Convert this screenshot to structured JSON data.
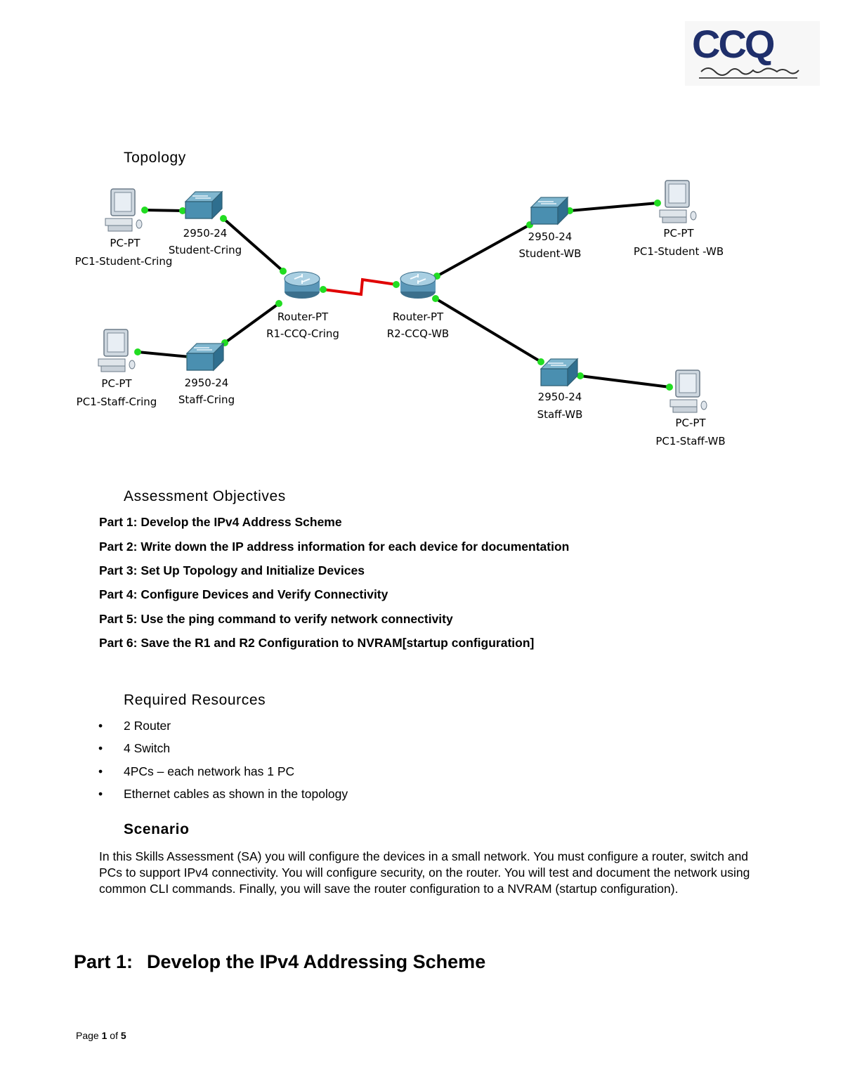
{
  "logo": {
    "text": "CCQ"
  },
  "topology": {
    "title": "Topology",
    "devices": {
      "pc_student_cring": {
        "type": "PC-PT",
        "name": "PC1-Student-Cring"
      },
      "sw_student_cring": {
        "type": "2950-24",
        "name": "Student-Cring"
      },
      "pc_staff_cring": {
        "type": "PC-PT",
        "name": "PC1-Staff-Cring"
      },
      "sw_staff_cring": {
        "type": "2950-24",
        "name": "Staff-Cring"
      },
      "r1": {
        "type": "Router-PT",
        "name": "R1-CCQ-Cring"
      },
      "r2": {
        "type": "Router-PT",
        "name": "R2-CCQ-WB"
      },
      "sw_student_wb": {
        "type": "2950-24",
        "name": "Student-WB"
      },
      "pc_student_wb": {
        "type": "PC-PT",
        "name": "PC1-Student -WB"
      },
      "sw_staff_wb": {
        "type": "2950-24",
        "name": "Staff-WB"
      },
      "pc_staff_wb": {
        "type": "PC-PT",
        "name": "PC1-Staff-WB"
      }
    }
  },
  "objectives": {
    "title": "Assessment Objectives",
    "items": [
      "Part 1: Develop the IPv4 Address Scheme",
      "Part 2:  Write down the IP address information for each device for documentation",
      "Part 3: Set Up Topology and Initialize Devices",
      "Part 4:  Configure Devices and Verify Connectivity",
      "Part 5: Use the ping command to verify network connectivity",
      "Part 6: Save the R1  and R2 Configuration to NVRAM[startup configuration]"
    ]
  },
  "resources": {
    "title": "Required Resources",
    "items": [
      "2 Router",
      "4 Switch",
      "4PCs – each network has 1 PC",
      "Ethernet cables as shown in the topology"
    ]
  },
  "scenario": {
    "title": "Scenario",
    "text": "In this Skills Assessment (SA) you will configure the devices in a small network. You must configure a router, switch and PCs to support IPv4 connectivity. You will configure security, on the router. You will test and document the network using common CLI commands. Finally, you will save the router configuration to a NVRAM (startup configuration)."
  },
  "part1": {
    "label": "Part 1:",
    "title": "Develop the IPv4 Addressing Scheme"
  },
  "footer": {
    "page_word": "Page",
    "page": "1",
    "of_word": "of",
    "total": "5"
  },
  "colors": {
    "ethernet": "#000000",
    "serial": "#e00000",
    "link_up": "#22dd22",
    "logo": "#1f2f6b"
  },
  "icons": {
    "pc": "pc-icon",
    "switch": "switch-icon",
    "router": "router-icon"
  }
}
